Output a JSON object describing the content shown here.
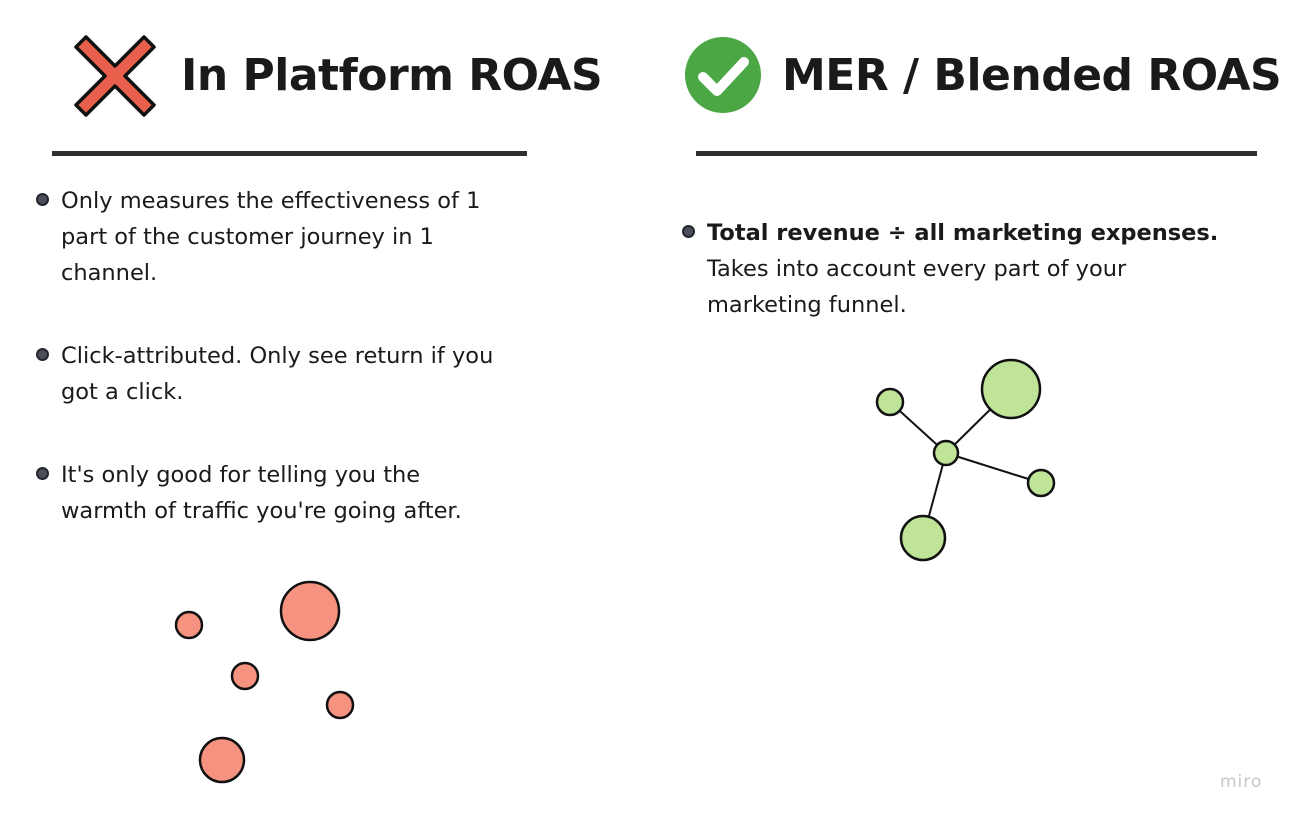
{
  "left": {
    "heading": "In Platform ROAS",
    "icon": "cross-icon",
    "icon_color": "#e8604c",
    "bullets": [
      "Only measures the effectiveness of 1 part of the customer journey in 1 channel.",
      "Click-attributed. Only see return if you got a click.",
      "It's only good for telling you the warmth of traffic you're going after."
    ],
    "node_color": "#f59380"
  },
  "right": {
    "heading": "MER / Blended ROAS",
    "icon": "check-circle-icon",
    "icon_color": "#4aa744",
    "bullet_bold": "Total revenue ÷ all marketing expenses.",
    "bullet_rest": "Takes into account every part of your marketing funnel.",
    "node_color": "#bfe397"
  },
  "watermark": "miro"
}
